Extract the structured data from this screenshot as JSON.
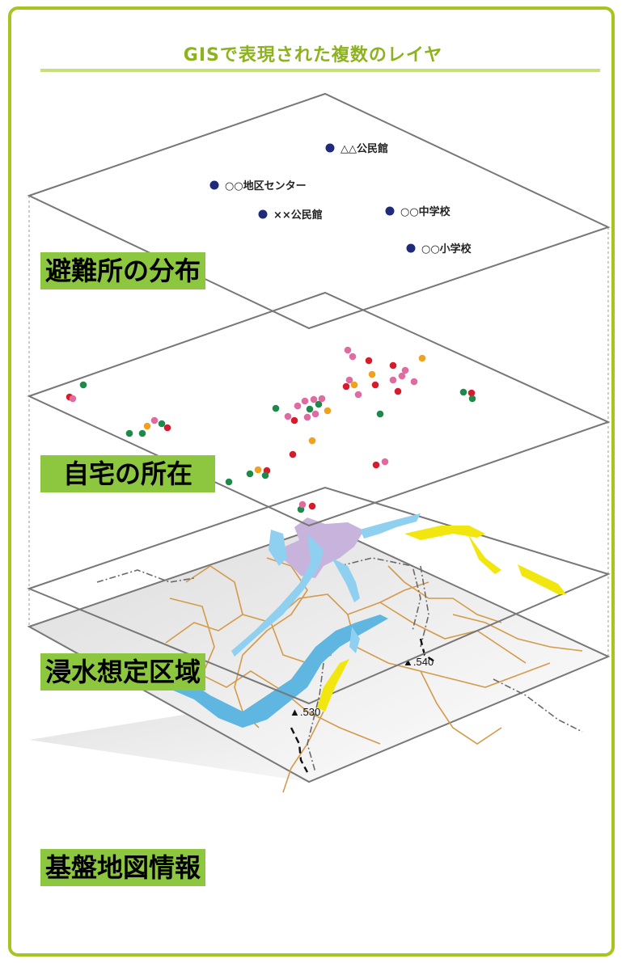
{
  "header": {
    "title": "GISで表現された複数のレイヤ"
  },
  "colors": {
    "frame": "#a7c520",
    "title": "#8cb21c",
    "label_bg": "#8dc63f",
    "shelter_dot": "#1f2a7a",
    "home_red": "#d81b2c",
    "home_green": "#1e8a4a",
    "home_pink": "#e06ba0",
    "home_orange": "#f0a21c",
    "flood_blue": "#8fd0f0",
    "flood_purple": "#c7b3dc",
    "flood_yellow": "#f2e60f",
    "road": "#d49a4a",
    "river": "#5fb6e0",
    "base_plane": "#ececec"
  },
  "layers": [
    {
      "label": "避難所の分布",
      "type": "shelters"
    },
    {
      "label": "自宅の所在",
      "type": "homes"
    },
    {
      "label": "浸水想定区域",
      "type": "flood"
    },
    {
      "label": "基盤地図情報",
      "type": "base_map"
    }
  ],
  "shelters": [
    {
      "name": "△△公民館"
    },
    {
      "name": "○○地区センター"
    },
    {
      "name": "××公民館"
    },
    {
      "name": "○○中学校"
    },
    {
      "name": "○○小学校"
    }
  ],
  "base_map": {
    "elevations": [
      "▲.540",
      "▲.530"
    ]
  }
}
